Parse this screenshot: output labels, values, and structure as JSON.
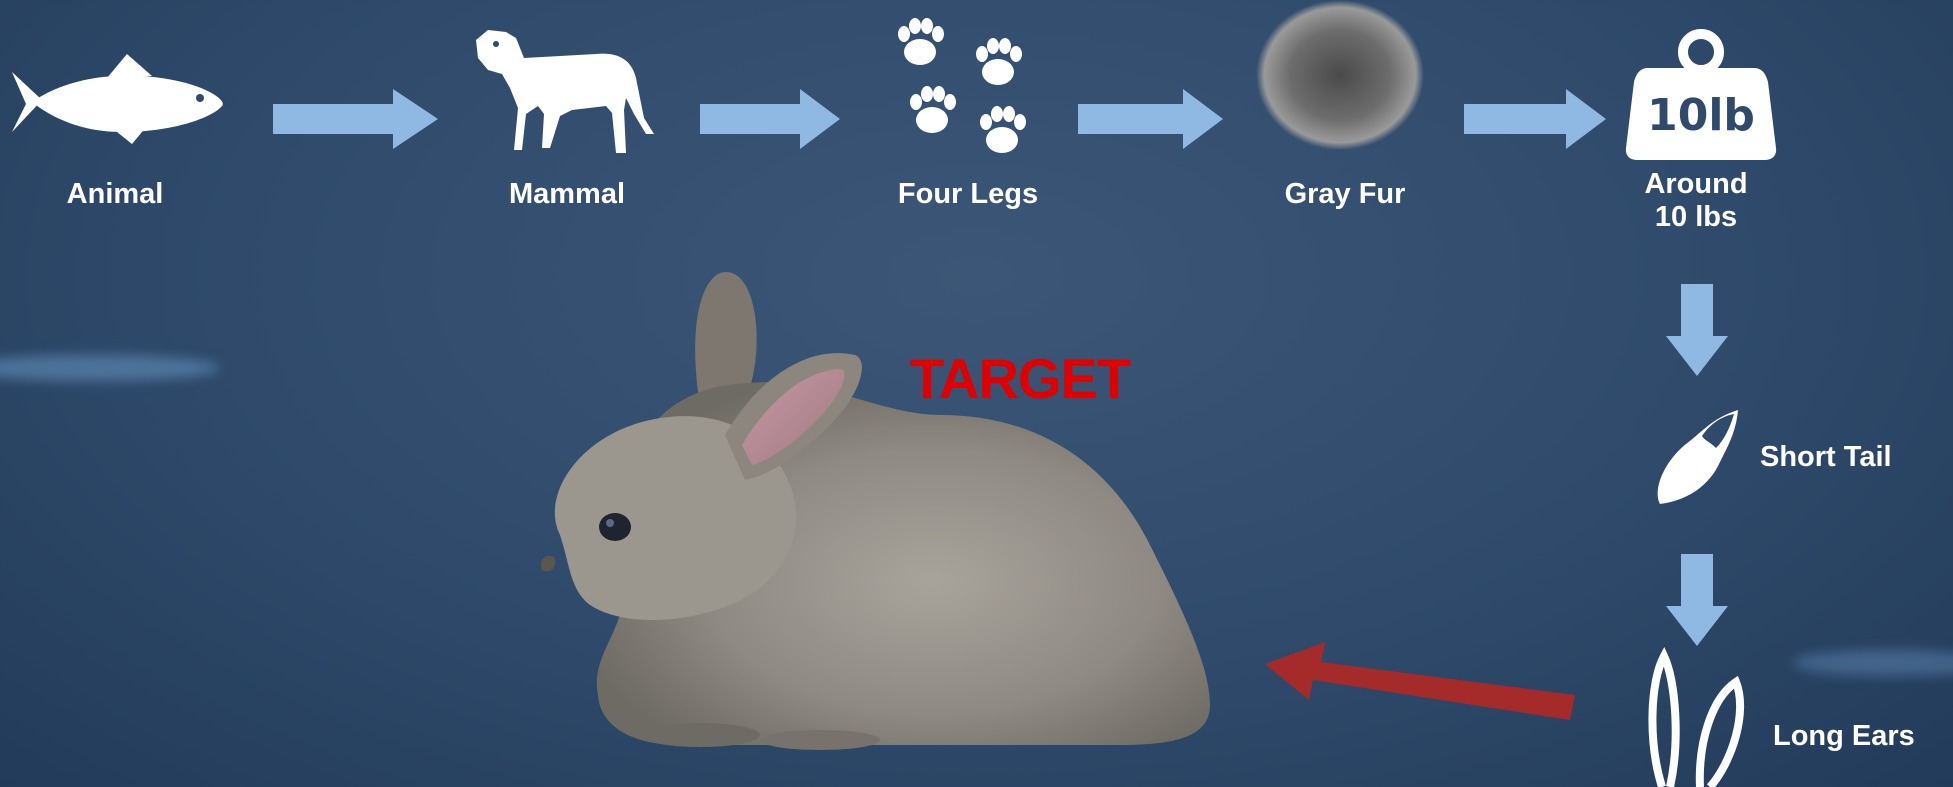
{
  "flow": {
    "nodes": [
      {
        "id": "animal",
        "label": "Animal",
        "icon": "fish-icon"
      },
      {
        "id": "mammal",
        "label": "Mammal",
        "icon": "cow-icon"
      },
      {
        "id": "four_legs",
        "label": "Four Legs",
        "icon": "paw-prints-icon"
      },
      {
        "id": "gray_fur",
        "label": "Gray Fur",
        "icon": "fur-ball-icon"
      },
      {
        "id": "weight",
        "label_line1": "Around",
        "label_line2": "10 lbs",
        "icon": "weight-icon",
        "icon_text": "10lb"
      },
      {
        "id": "short_tail",
        "label": "Short Tail",
        "icon": "tail-icon"
      },
      {
        "id": "long_ears",
        "label": "Long Ears",
        "icon": "ears-icon"
      }
    ],
    "arrow_color": "#8fb9e2",
    "final_arrow_color": "#a52a2a"
  },
  "target": {
    "label": "TARGET",
    "color": "#e00000",
    "image": "rabbit-image"
  }
}
